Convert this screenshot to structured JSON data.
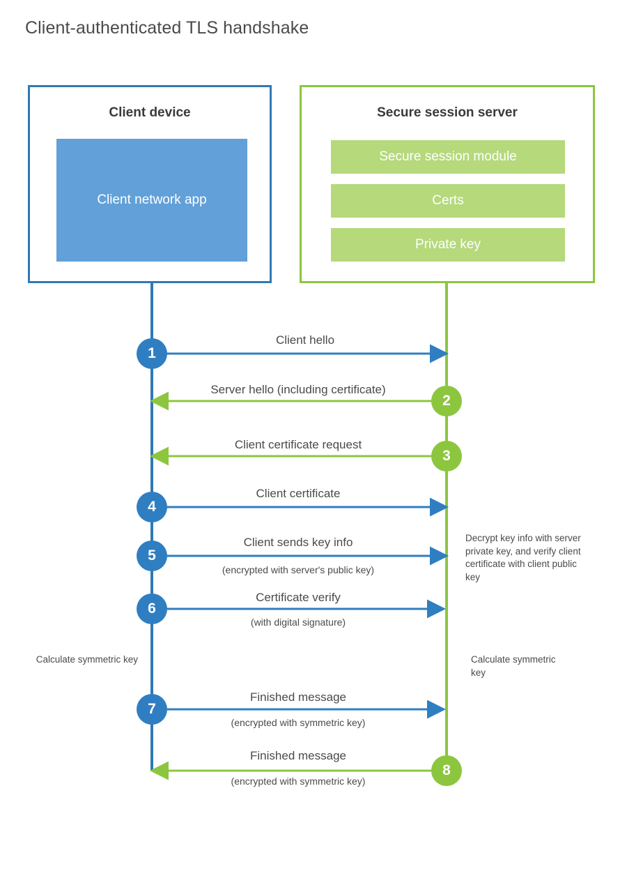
{
  "title": "Client-authenticated TLS handshake",
  "colors": {
    "client_accent": "#3079b5",
    "client_circle": "#2f7ec2",
    "client_app_fill": "#61a0d8",
    "server_accent": "#8cc63f",
    "server_bar_fill": "#b5d97b",
    "text": "#4a4a4a",
    "heading": "#3a3a3a",
    "background": "#ffffff"
  },
  "client": {
    "title": "Client device",
    "app_label": "Client network app"
  },
  "server": {
    "title": "Secure session server",
    "components": [
      "Secure session module",
      "Certs",
      "Private key"
    ]
  },
  "steps": [
    {
      "number": "1",
      "label": "Client hello",
      "sub": "",
      "direction": "client-to-server",
      "color": "blue"
    },
    {
      "number": "2",
      "label": "Server hello (including certificate)",
      "sub": "",
      "direction": "server-to-client",
      "color": "green"
    },
    {
      "number": "3",
      "label": "Client certificate request",
      "sub": "",
      "direction": "server-to-client",
      "color": "green"
    },
    {
      "number": "4",
      "label": "Client certificate",
      "sub": "",
      "direction": "client-to-server",
      "color": "blue"
    },
    {
      "number": "5",
      "label": "Client sends key info",
      "sub": "(encrypted with server's public key)",
      "direction": "client-to-server",
      "color": "blue"
    },
    {
      "number": "6",
      "label": "Certificate verify",
      "sub": "(with digital signature)",
      "direction": "client-to-server",
      "color": "blue"
    },
    {
      "number": "7",
      "label": "Finished message",
      "sub": "(encrypted with symmetric key)",
      "direction": "client-to-server",
      "color": "blue"
    },
    {
      "number": "8",
      "label": "Finished message",
      "sub": "(encrypted with symmetric key)",
      "direction": "server-to-client",
      "color": "green"
    }
  ],
  "notes": {
    "server_decrypt": "Decrypt key info with server private key, and verify client certificate with client public key",
    "client_calculate": "Calculate symmetric key",
    "server_calculate": "Calculate symmetric key"
  }
}
